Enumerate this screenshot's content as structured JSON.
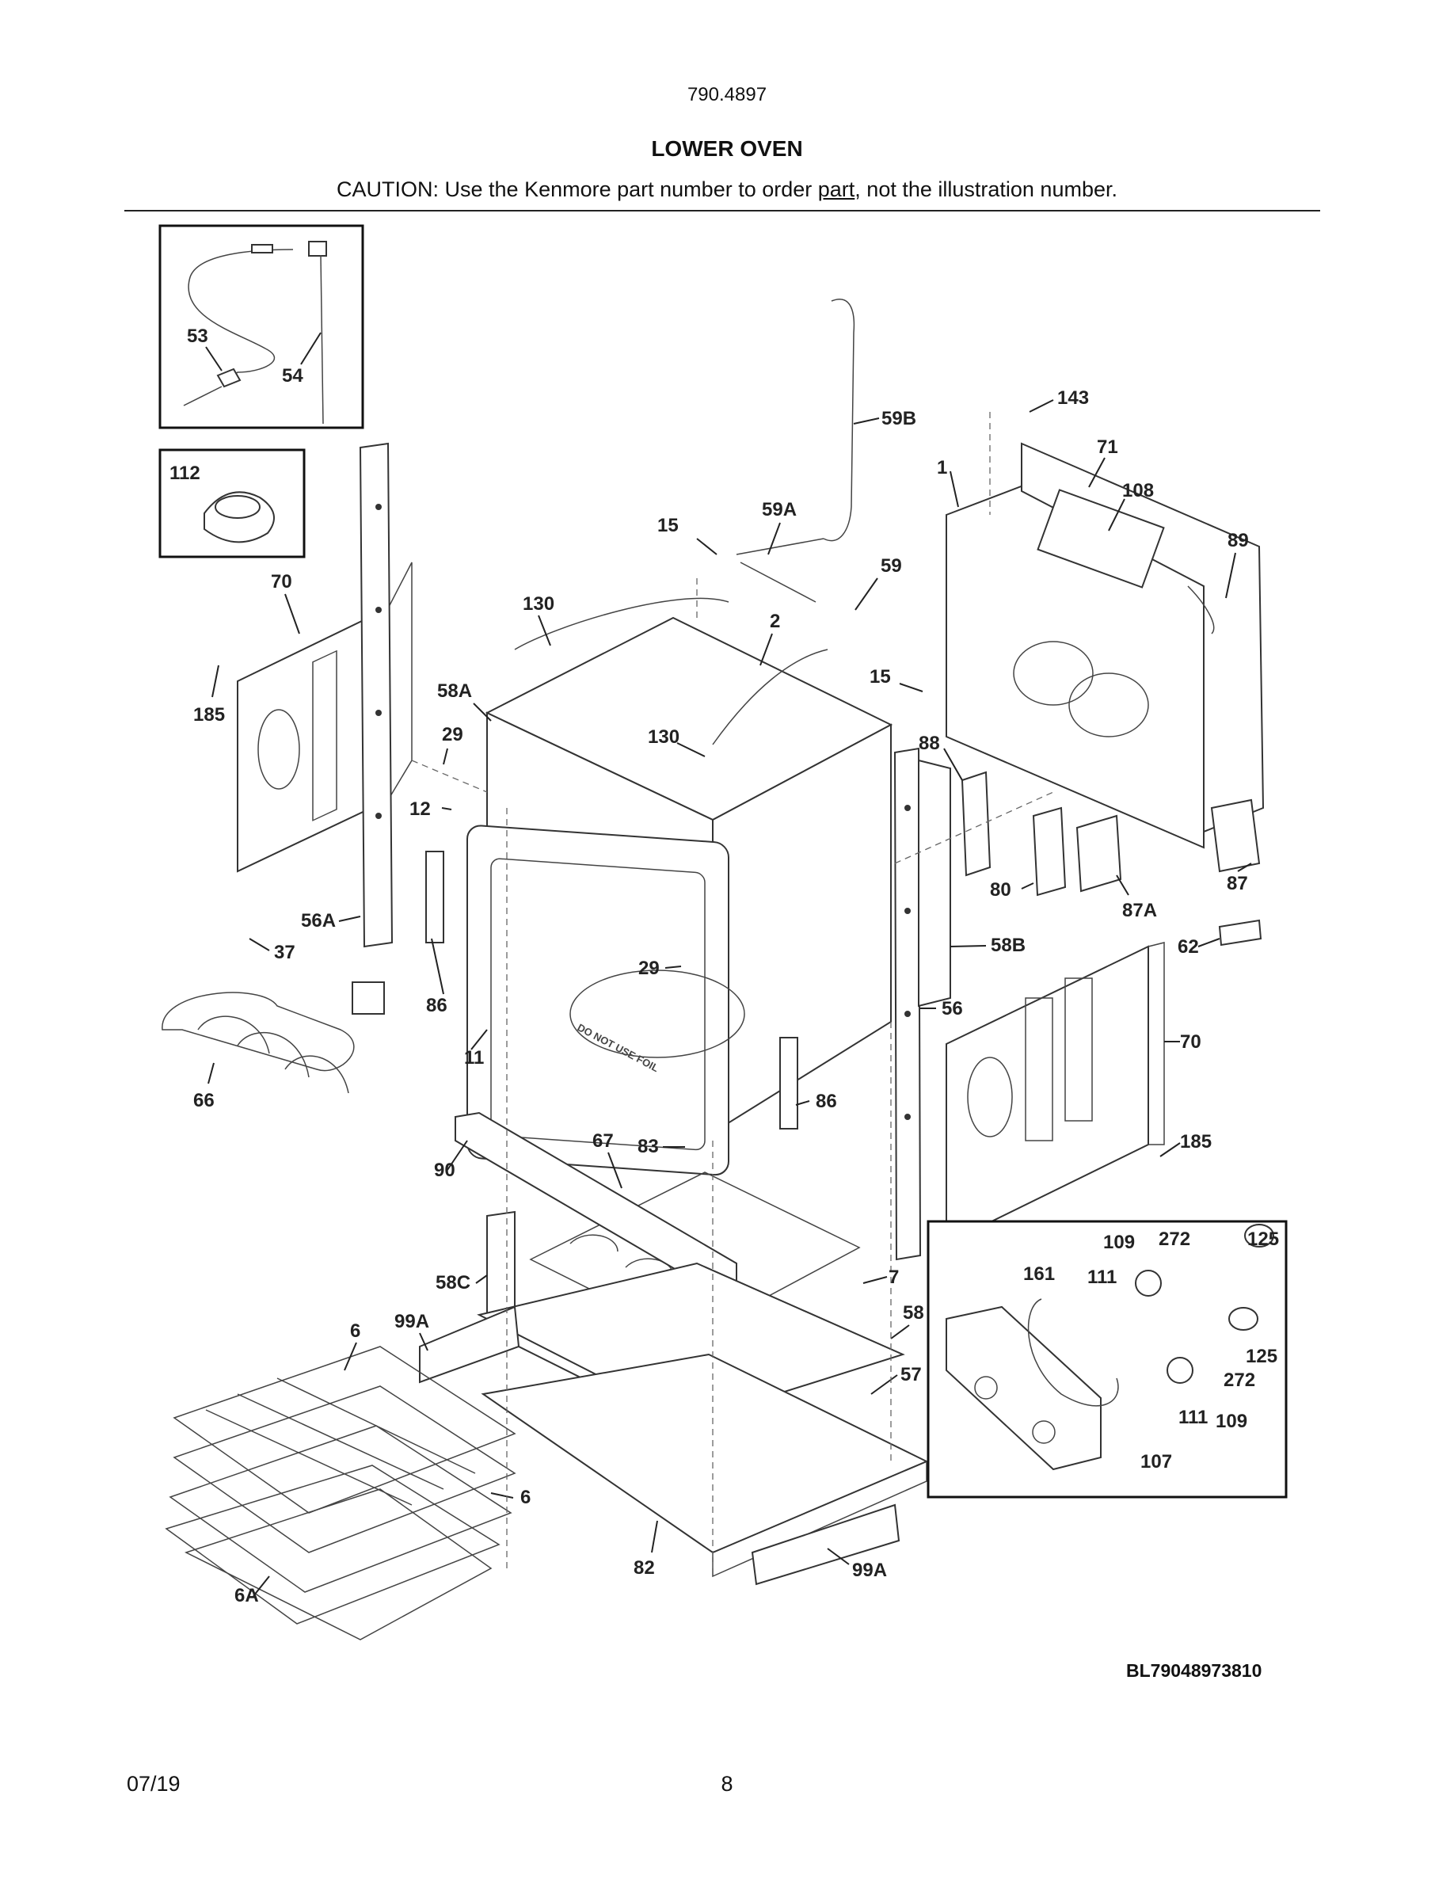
{
  "header": {
    "model": "790.4897",
    "title": "LOWER OVEN",
    "caution_prefix": "CAUTION: Use the Kenmore part number to order ",
    "caution_underlined": "part",
    "caution_suffix": ", not the illustration number."
  },
  "callouts": {
    "c53": "53",
    "c54": "54",
    "c112": "112",
    "c70a": "70",
    "c185a": "185",
    "c56A": "56A",
    "c37": "37",
    "c66": "66",
    "c59B": "59B",
    "c15a": "15",
    "c59A": "59A",
    "c59": "59",
    "c130a": "130",
    "c2": "2",
    "c58A": "58A",
    "c29a": "29",
    "c12": "12",
    "c130b": "130",
    "c15b": "15",
    "c1": "1",
    "c143": "143",
    "c71": "71",
    "c108": "108",
    "c89": "89",
    "c88": "88",
    "c80": "80",
    "c87A": "87A",
    "c87": "87",
    "c58B": "58B",
    "c62": "62",
    "c29b": "29",
    "c86a": "86",
    "c11": "11",
    "c56": "56",
    "c70b": "70",
    "c86b": "86",
    "c90": "90",
    "c67": "67",
    "c83": "83",
    "c185b": "185",
    "c58C": "58C",
    "c7": "7",
    "c99Aa": "99A",
    "c58": "58",
    "c6a": "6",
    "c57": "57",
    "c6b": "6",
    "c82": "82",
    "c99Ab": "99A",
    "c6A": "6A",
    "c109a": "109",
    "c272a": "272",
    "c125a": "125",
    "c161": "161",
    "c111a": "111",
    "c125b": "125",
    "c272b": "272",
    "c111b": "111",
    "c109b": "109",
    "c107": "107",
    "foil": "DO NOT USE FOIL"
  },
  "drawing_code": "BL79048973810",
  "footer": {
    "date": "07/19",
    "page": "8"
  }
}
